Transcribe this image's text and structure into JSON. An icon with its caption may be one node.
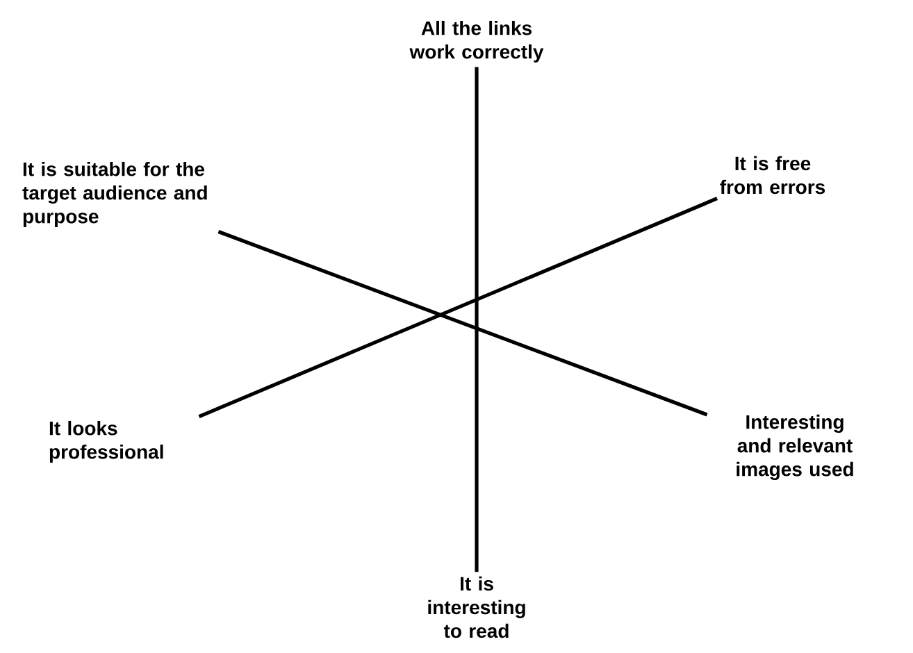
{
  "diagram": {
    "nodes": [
      {
        "text": [
          "All the links work correctly"
        ]
      },
      {
        "text": [
          "It is suitable for the target audience and purpose"
        ]
      },
      {
        "text": [
          "It is free from errors"
        ]
      },
      {
        "text": [
          "It looks professional"
        ]
      },
      {
        "text": [
          "Interesting and relevant images used"
        ]
      },
      {
        "text": [
          "It is interesting to read"
        ]
      }
    ],
    "edges": [
      {
        "from": 0,
        "to": 5,
        "arrow": "none"
      },
      {
        "from": 1,
        "to": 4,
        "arrow": "none"
      },
      {
        "from": 2,
        "to": 3,
        "arrow": "none"
      }
    ]
  }
}
